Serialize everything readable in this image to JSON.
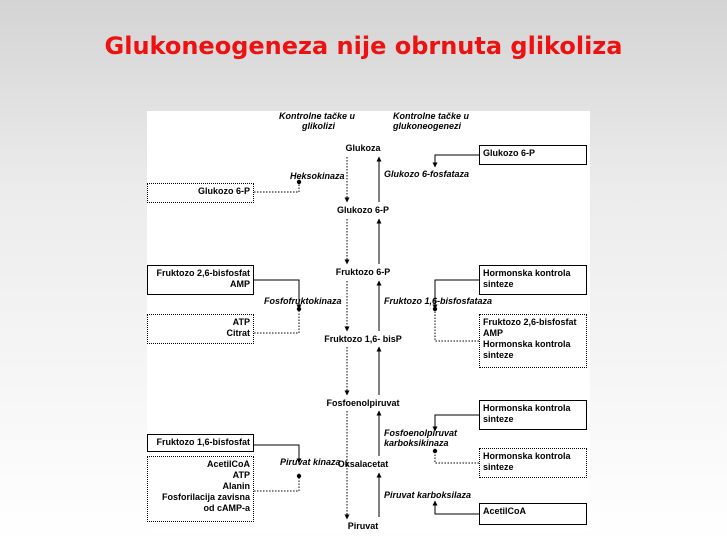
{
  "slide": {
    "title": "Glukoneogeneza nije obrnuta glikoliza"
  },
  "diagram": {
    "headers": {
      "glycolysis_line1": "Kontrolne tačke u",
      "glycolysis_line2": "glikolizi",
      "gluconeo_line1": "Kontrolne tačke u",
      "gluconeo_line2": "glukoneogenezi"
    },
    "metabolites": [
      "Glukoza",
      "Glukozo 6-P",
      "Fruktozo 6-P",
      "Fruktozo 1,6- bisP",
      "Fosfoenolpiruvat",
      "Oksalacetat",
      "Piruvat"
    ],
    "enzymes_left": {
      "hexokinase": "Heksokinaza",
      "pfk": "Fosfofruktokinaza",
      "pk": "Piruvat kinaza"
    },
    "enzymes_right": {
      "g6pase": "Glukozo 6-fosfataza",
      "fbpase": "Fruktozo 1,6-bisfosfataza",
      "pepck_line1": "Fosfoenolpiruvat",
      "pepck_line2": "karboksikinaza",
      "pc": "Piruvat karboksilaza"
    },
    "left_boxes": {
      "g6p": "Glukozo 6-P",
      "pfk_activators": [
        "Fruktozo 2,6-bisfosfat",
        "AMP"
      ],
      "pfk_inhibitors": [
        "ATP",
        "Citrat"
      ],
      "pk_activators": [
        "Fruktozo 1,6-bisfosfat"
      ],
      "pk_inhibitors": [
        "AcetilCoA",
        "ATP",
        "Alanin",
        "Fosforilacija zavisna",
        "od cAMP-a"
      ]
    },
    "right_boxes": {
      "g6p": "Glukozo 6-P",
      "fbpase_activators": [
        "Hormonska kontrola",
        "sinteze"
      ],
      "fbpase_inhibitors": [
        "Fruktozo 2,6-bisfosfat",
        "AMP",
        "Hormonska kontrola",
        "sinteze"
      ],
      "pepck_activators": [
        "Hormonska kontrola",
        "sinteze"
      ],
      "pepck_inhibitors": [
        "Hormonska kontrola",
        "sinteze"
      ],
      "pc_activators": [
        "AcetilCoA"
      ]
    }
  }
}
